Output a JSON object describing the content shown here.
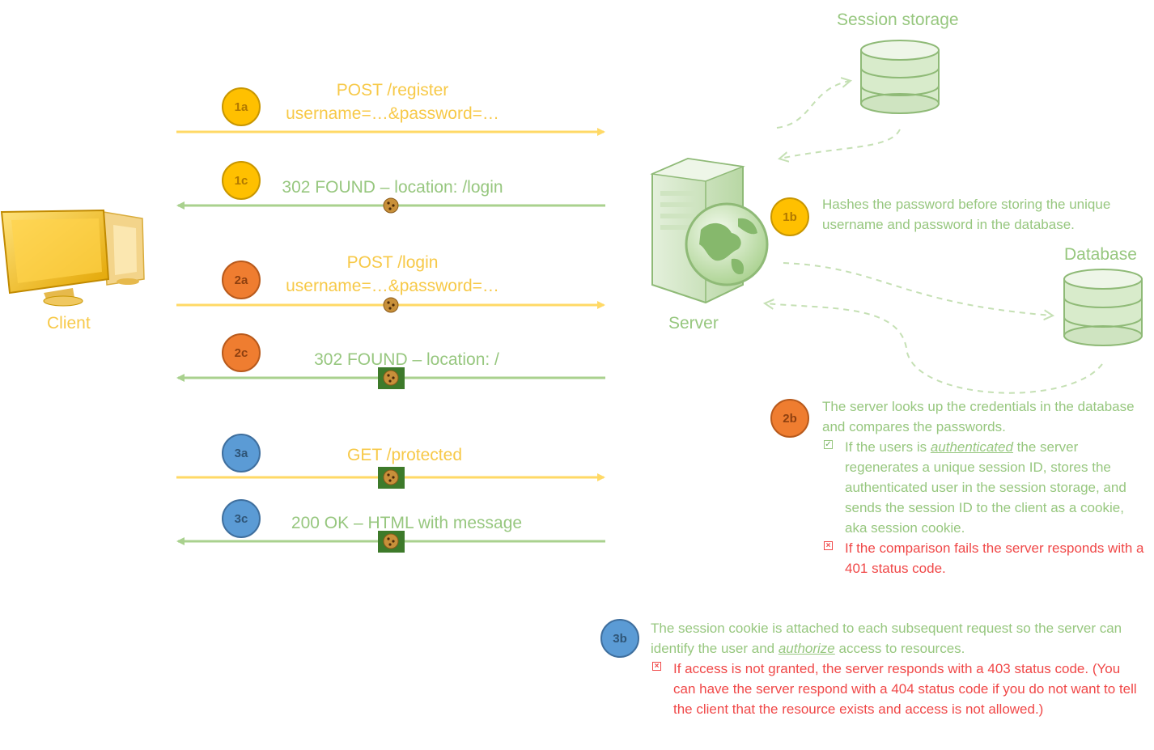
{
  "nodes": {
    "client": "Client",
    "server": "Server",
    "session_storage": "Session storage",
    "database": "Database"
  },
  "arrows": [
    {
      "badge": "1a",
      "lines": [
        "POST /register",
        "username=…&password=…"
      ],
      "direction": "to-server",
      "cookie": "none"
    },
    {
      "badge": "1c",
      "lines": [
        "302 FOUND – location: /login"
      ],
      "direction": "to-client",
      "cookie": "plain"
    },
    {
      "badge": "2a",
      "lines": [
        "POST /login",
        "username=…&password=…"
      ],
      "direction": "to-server",
      "cookie": "plain"
    },
    {
      "badge": "2c",
      "lines": [
        "302 FOUND – location: /"
      ],
      "direction": "to-client",
      "cookie": "session"
    },
    {
      "badge": "3a",
      "lines": [
        "GET /protected"
      ],
      "direction": "to-server",
      "cookie": "session"
    },
    {
      "badge": "3c",
      "lines": [
        "200 OK – HTML with message"
      ],
      "direction": "to-client",
      "cookie": "session"
    }
  ],
  "notes": {
    "n1b": {
      "badge": "1b",
      "text": "Hashes the password before storing the unique username and password in the database."
    },
    "n2b": {
      "badge": "2b",
      "text": "The server looks up the credentials in the database and compares the passwords.",
      "ok_prefix": "If the users is ",
      "ok_emph": "authenticated",
      "ok_suffix": " the server regenerates a unique session ID, stores the authenticated user in the session storage, and sends the session ID to the client as a cookie, aka session cookie.",
      "fail": "If the comparison fails the server responds with a 401 status code."
    },
    "n3b": {
      "badge": "3b",
      "text_prefix": "The session cookie is attached to each subsequent request so the server can identify the user and ",
      "text_emph": "authorize",
      "text_suffix": " access to resources.",
      "fail": "If access is not granted, the server responds with a 403 status code. (You can have the server respond with a 404 status code if you do not want to tell the client that the resource exists and access is not allowed.)"
    }
  },
  "colors": {
    "request": "#ffd966",
    "response": "#a9d18e",
    "flow_dashes": "#c5e0b4",
    "error_text": "#f04848"
  }
}
